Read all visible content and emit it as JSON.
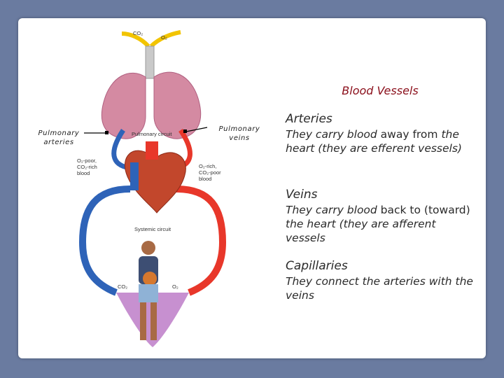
{
  "heading": "Blood Vessels",
  "sections": [
    {
      "title": "Arteries",
      "text_a": "They carry blood ",
      "text_em": "away from",
      "text_b": " the heart (they are efferent vessels)"
    },
    {
      "title": "Veins",
      "text_a": "They carry blood ",
      "text_em": "back to (toward)",
      "text_b": " the heart (they are afferent vessels"
    },
    {
      "title": "Capillaries",
      "text_a": "They connect the arteries with the veins",
      "text_em": "",
      "text_b": ""
    }
  ],
  "diagram": {
    "callout_arteries": "Pulmonary arteries",
    "callout_veins": "Pulmonary veins",
    "label_co2_top": "CO₂",
    "label_o2_top": "O₂",
    "label_pulmonary_circuit": "Pulmonary circuit",
    "label_o2_poor_1": "O₂-poor,",
    "label_o2_poor_2": "CO₂-rich",
    "label_o2_poor_3": "blood",
    "label_o2_rich_1": "O₂-rich,",
    "label_o2_rich_2": "CO₂-poor",
    "label_o2_rich_3": "blood",
    "label_systemic_circuit": "Systemic circuit",
    "label_co2_bottom": "CO₂",
    "label_o2_bottom": "O₂",
    "colors": {
      "oxygen_rich": "#e8372a",
      "oxygen_poor": "#2e63b8",
      "heading": "#8a0e1a",
      "background": "#6a7ba0"
    }
  }
}
